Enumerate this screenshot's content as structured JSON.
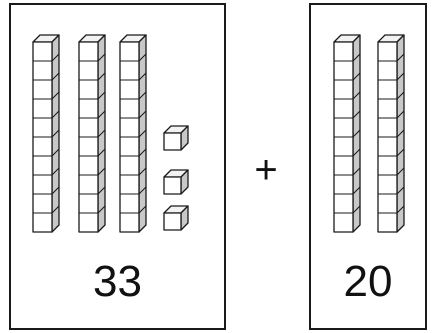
{
  "left_group": {
    "label": "33",
    "tens": 3,
    "ones": 3
  },
  "operator": "+",
  "right_group": {
    "label": "20",
    "tens": 2,
    "ones": 0
  },
  "colors": {
    "front": "#ffffff",
    "top": "#f2f2f2",
    "side": "#c8c8c8",
    "stroke": "#1a1a1a"
  }
}
